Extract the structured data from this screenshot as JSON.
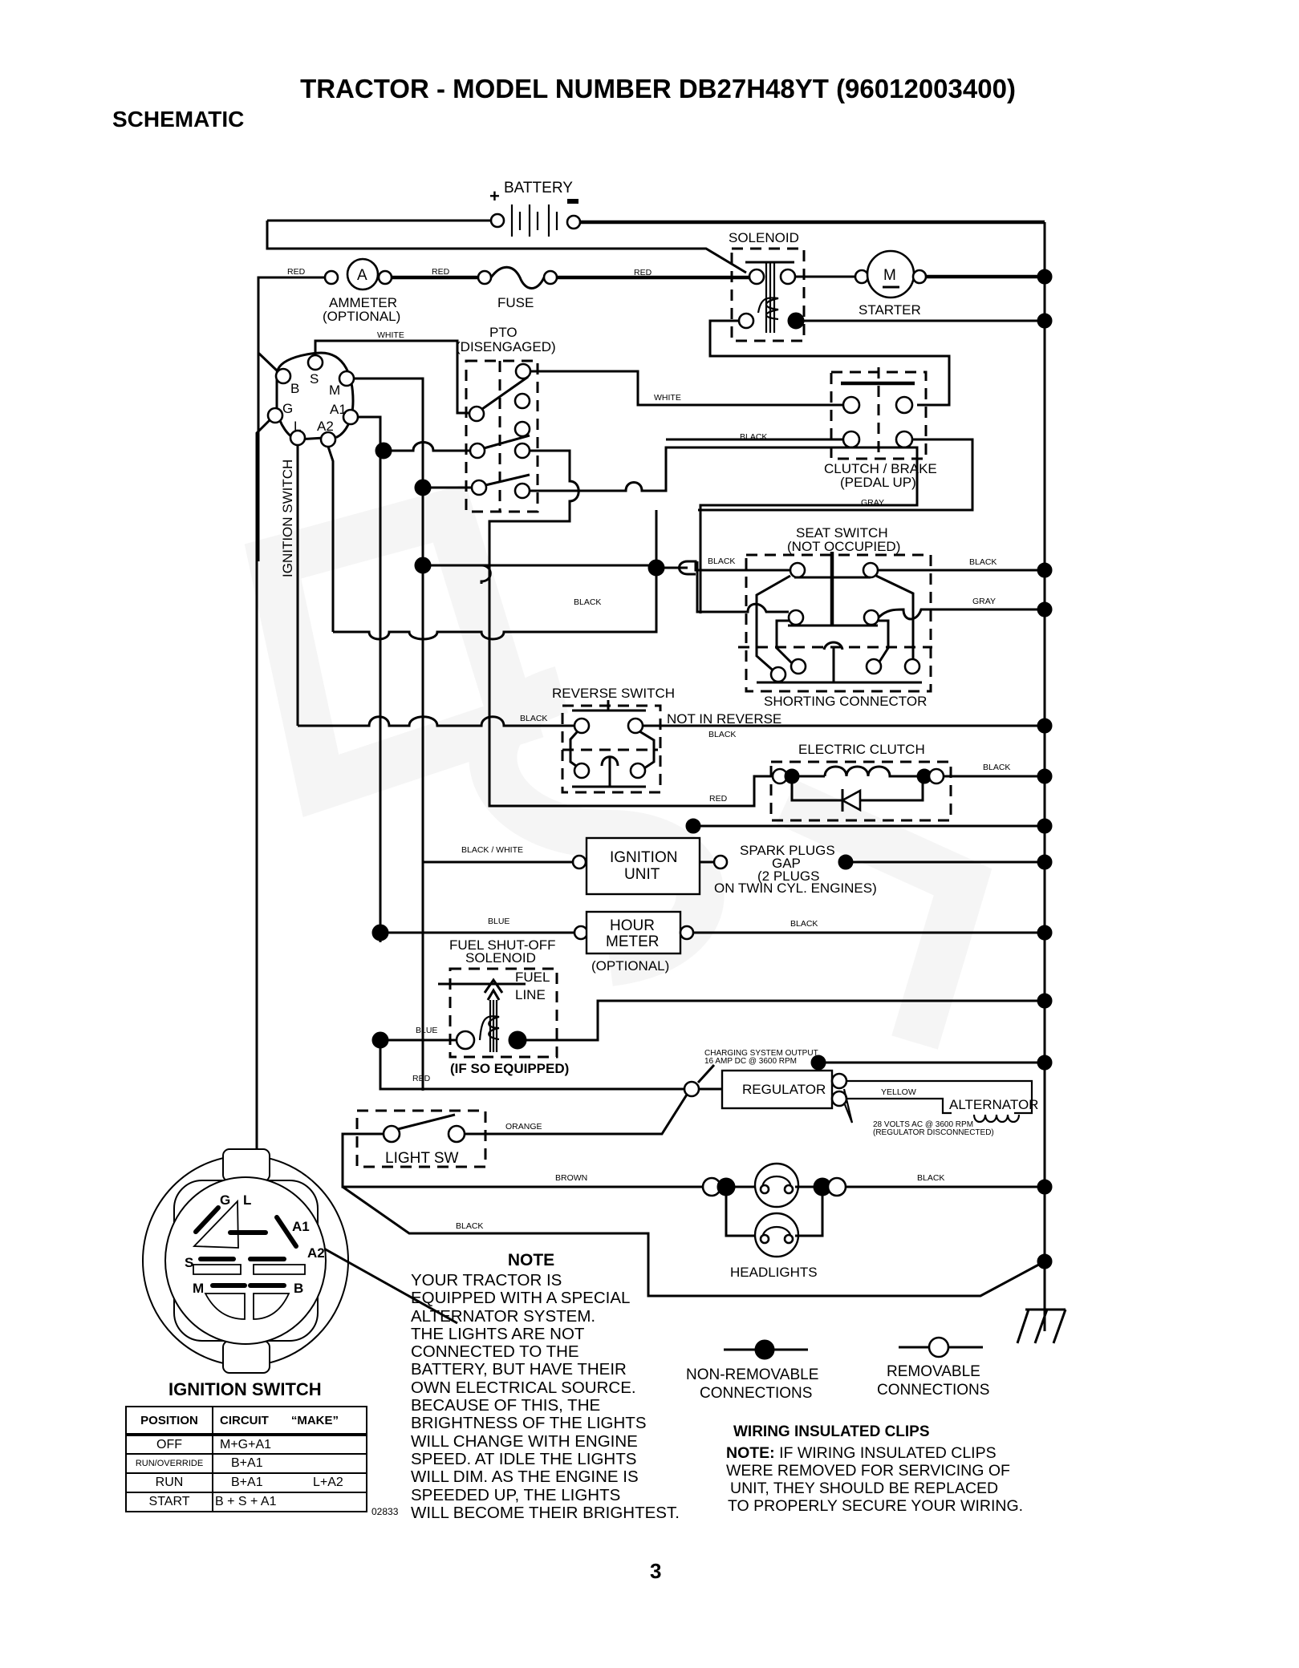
{
  "header": {
    "title": "TRACTOR - MODEL NUMBER DB27H48YT (96012003400)",
    "subtitle": "SCHEMATIC"
  },
  "components": {
    "battery": "BATTERY",
    "battery_plus": "+",
    "battery_minus": "−",
    "solenoid": "SOLENOID",
    "ammeter": "AMMETER",
    "ammeter_opt": "(OPTIONAL)",
    "ammeter_symbol": "A",
    "fuse": "FUSE",
    "starter": "STARTER",
    "starter_symbol": "M",
    "pto": "PTO",
    "pto_state": "(DISENGAGED)",
    "clutch_brake": "CLUTCH / BRAKE",
    "clutch_brake_state": "(PEDAL UP)",
    "ignition_switch_vertical": "IGNITION SWITCH",
    "terminals": [
      "B",
      "S",
      "M",
      "G",
      "A1",
      "L",
      "A2"
    ],
    "seat_switch": "SEAT SWITCH",
    "seat_switch_state": "(NOT OCCUPIED)",
    "shorting_connector": "SHORTING CONNECTOR",
    "reverse_switch": "REVERSE SWITCH",
    "not_in_reverse": "NOT IN REVERSE",
    "electric_clutch": "ELECTRIC CLUTCH",
    "ignition_unit_1": "IGNITION",
    "ignition_unit_2": "UNIT",
    "spark_1": "SPARK PLUGS",
    "spark_2": "GAP",
    "spark_3": "(2 PLUGS",
    "spark_4": "ON TWIN CYL. ENGINES)",
    "hour_meter_1": "HOUR",
    "hour_meter_2": "METER",
    "hour_meter_opt": "(OPTIONAL)",
    "fuel_solenoid_1": "FUEL SHUT-OFF",
    "fuel_solenoid_2": "SOLENOID",
    "fuel_line_1": "FUEL",
    "fuel_line_2": "LINE",
    "fuel_equipped": "(IF SO EQUIPPED)",
    "charging_1": "CHARGING SYSTEM OUTPUT",
    "charging_2": "16 AMP DC @ 3600 RPM",
    "regulator": "REGULATOR",
    "alternator": "ALTERNATOR",
    "alt_volts_1": "28 VOLTS AC @ 3600 RPM",
    "alt_volts_2": "(REGULATOR DISCONNECTED)",
    "light_sw": "LIGHT SW",
    "headlights": "HEADLIGHTS"
  },
  "wire_colors": {
    "red": "RED",
    "white": "WHITE",
    "black": "BLACK",
    "gray": "GRAY",
    "black_white": "BLACK / WHITE",
    "blue": "BLUE",
    "yellow": "YELLOW",
    "orange": "ORANGE",
    "brown": "BROWN"
  },
  "ignition_switch_detail": {
    "title": "IGNITION SWITCH",
    "labels": [
      "G",
      "L",
      "A1",
      "S",
      "A2",
      "M",
      "B"
    ],
    "table": {
      "headers": [
        "POSITION",
        "CIRCUIT",
        "“MAKE”"
      ],
      "rows": [
        {
          "position": "OFF",
          "circuit": "M+G+A1",
          "extra": ""
        },
        {
          "position": "RUN/OVERRIDE",
          "circuit": "B+A1",
          "extra": ""
        },
        {
          "position": "RUN",
          "circuit": "B+A1",
          "extra": "L+A2"
        },
        {
          "position": "START",
          "circuit": "B + S + A1",
          "extra": ""
        }
      ]
    },
    "code": "02833"
  },
  "note": {
    "title": "NOTE",
    "lines": [
      "YOUR TRACTOR IS",
      "EQUIPPED WITH A SPECIAL",
      "ALTERNATOR SYSTEM.",
      "THE LIGHTS ARE NOT",
      "CONNECTED TO THE",
      "BATTERY, BUT HAVE THEIR",
      "OWN ELECTRICAL SOURCE.",
      "BECAUSE OF THIS, THE",
      "BRIGHTNESS OF THE LIGHTS",
      "WILL CHANGE WITH ENGINE",
      "SPEED.  AT IDLE THE LIGHTS",
      "WILL DIM.  AS THE ENGINE IS",
      "SPEEDED UP, THE LIGHTS",
      "WILL BECOME THEIR BRIGHTEST."
    ]
  },
  "legend": {
    "non_removable_1": "NON-REMOVABLE",
    "non_removable_2": "CONNECTIONS",
    "removable_1": "REMOVABLE",
    "removable_2": "CONNECTIONS"
  },
  "clips": {
    "title": "WIRING INSULATED CLIPS",
    "note_label": "NOTE:",
    "line1": " IF WIRING INSULATED CLIPS",
    "line2": "WERE REMOVED FOR SERVICING OF",
    "line3": "UNIT, THEY SHOULD BE REPLACED",
    "line4": "TO PROPERLY SECURE YOUR WIRING."
  },
  "page_number": "3"
}
